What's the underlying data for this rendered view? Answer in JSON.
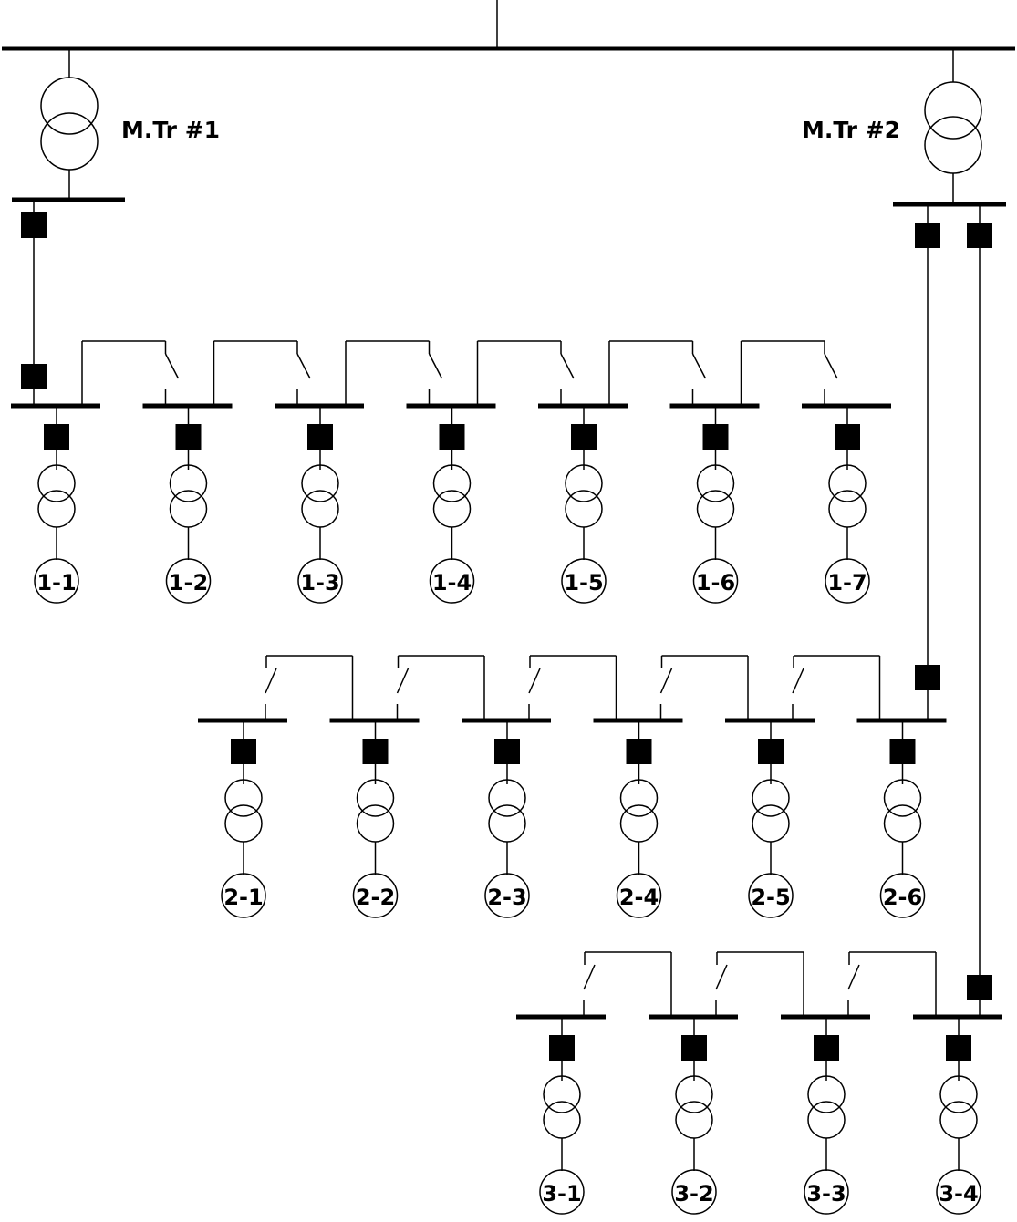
{
  "transformers": [
    {
      "id": "mtr1",
      "label": "M.Tr #1"
    },
    {
      "id": "mtr2",
      "label": "M.Tr #2"
    }
  ],
  "rows": [
    {
      "id": "row1",
      "loads": [
        "1-1",
        "1-2",
        "1-3",
        "1-4",
        "1-5",
        "1-6",
        "1-7"
      ]
    },
    {
      "id": "row2",
      "loads": [
        "2-1",
        "2-2",
        "2-3",
        "2-4",
        "2-5",
        "2-6"
      ]
    },
    {
      "id": "row3",
      "loads": [
        "3-1",
        "3-2",
        "3-3",
        "3-4"
      ]
    }
  ],
  "colors": {
    "stroke": "#000000",
    "background": "#ffffff"
  }
}
